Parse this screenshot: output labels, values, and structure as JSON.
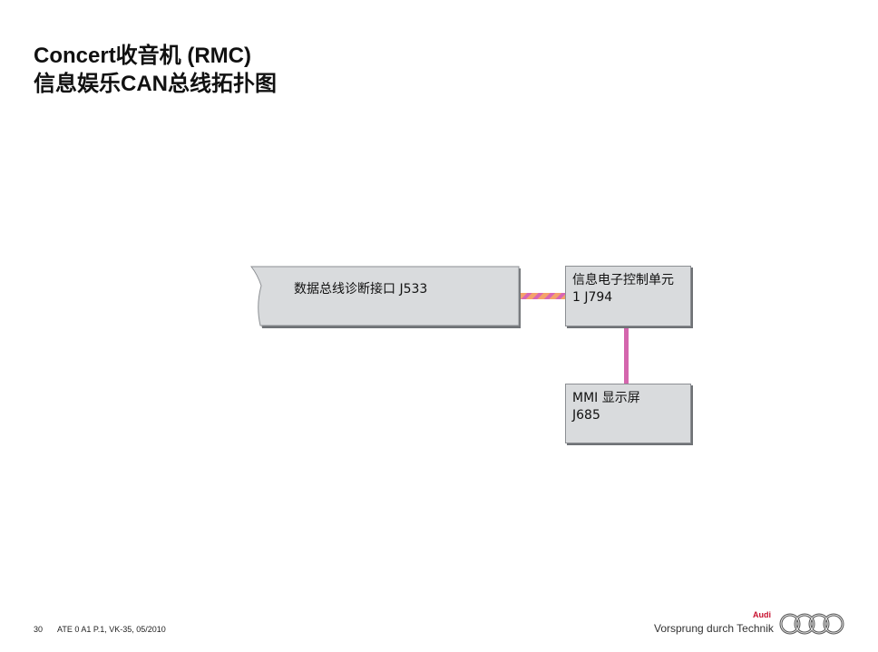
{
  "title": {
    "line1": "Concert收音机 (RMC)",
    "line2": "信息娱乐CAN总线拓扑图"
  },
  "diagram": {
    "gateway": {
      "label": "数据总线诊断接口   J533"
    },
    "j794": {
      "line1": "信息电子控制单元",
      "line2": "1   J794"
    },
    "j685": {
      "line1": "MMI 显示屏",
      "line2": "J685"
    },
    "colors": {
      "bus_horizontal": [
        "#f4a36a",
        "#d966b4"
      ],
      "bus_vertical": "#d466ad",
      "box_fill": "#d9dbdd"
    }
  },
  "footer": {
    "page_number": "30",
    "reference": "ATE 0 A1 P.1, VK-35, 05/2010",
    "brand": "Audi",
    "slogan": "Vorsprung durch Technik",
    "brand_color": "#c8102e"
  }
}
